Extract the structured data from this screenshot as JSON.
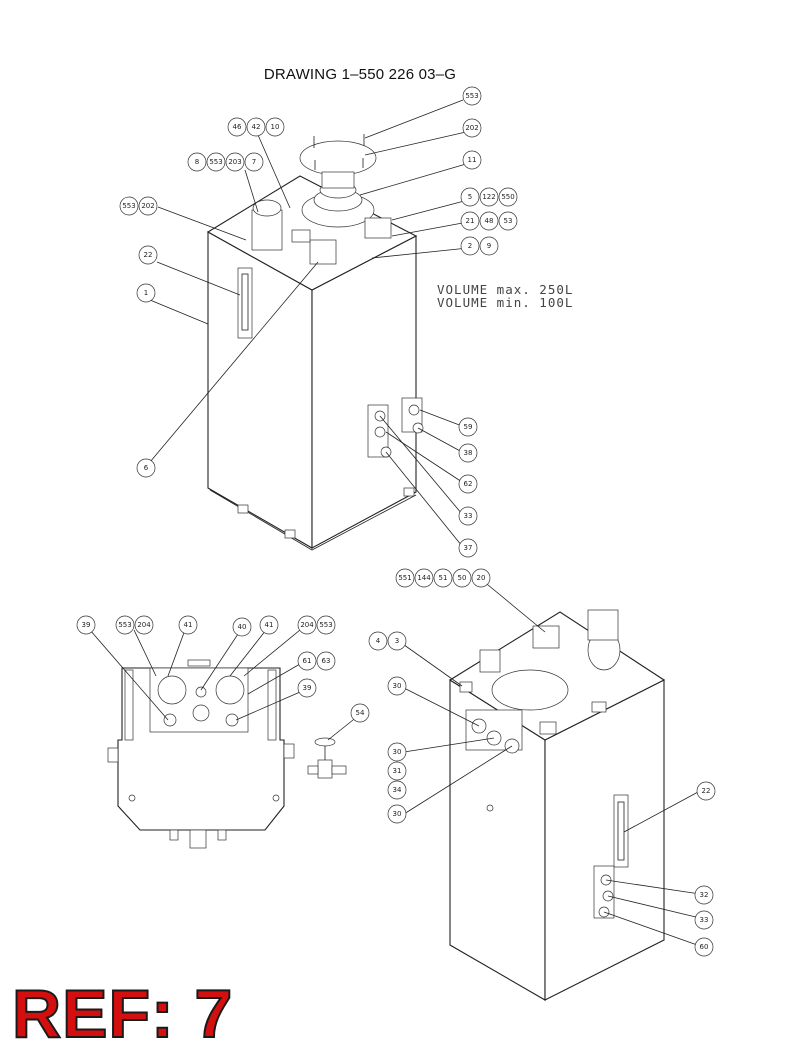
{
  "title": "DRAWING 1–550 226 03–G",
  "volume": {
    "max": "VOLUME max. 250L",
    "min": "VOLUME min. 100L"
  },
  "ref_label": "REF: 7",
  "callouts": [
    "553",
    "46",
    "42",
    "10",
    "202",
    "8",
    "553",
    "203",
    "7",
    "11",
    "553",
    "202",
    "5",
    "122",
    "550",
    "21",
    "48",
    "53",
    "2",
    "9",
    "22",
    "1",
    "6",
    "59",
    "38",
    "62",
    "33",
    "37",
    "551",
    "144",
    "51",
    "50",
    "20",
    "4",
    "3",
    "30",
    "30",
    "31",
    "34",
    "30",
    "22",
    "32",
    "33",
    "60",
    "39",
    "553",
    "204",
    "41",
    "40",
    "41",
    "204",
    "553",
    "61",
    "63",
    "39",
    "54"
  ]
}
